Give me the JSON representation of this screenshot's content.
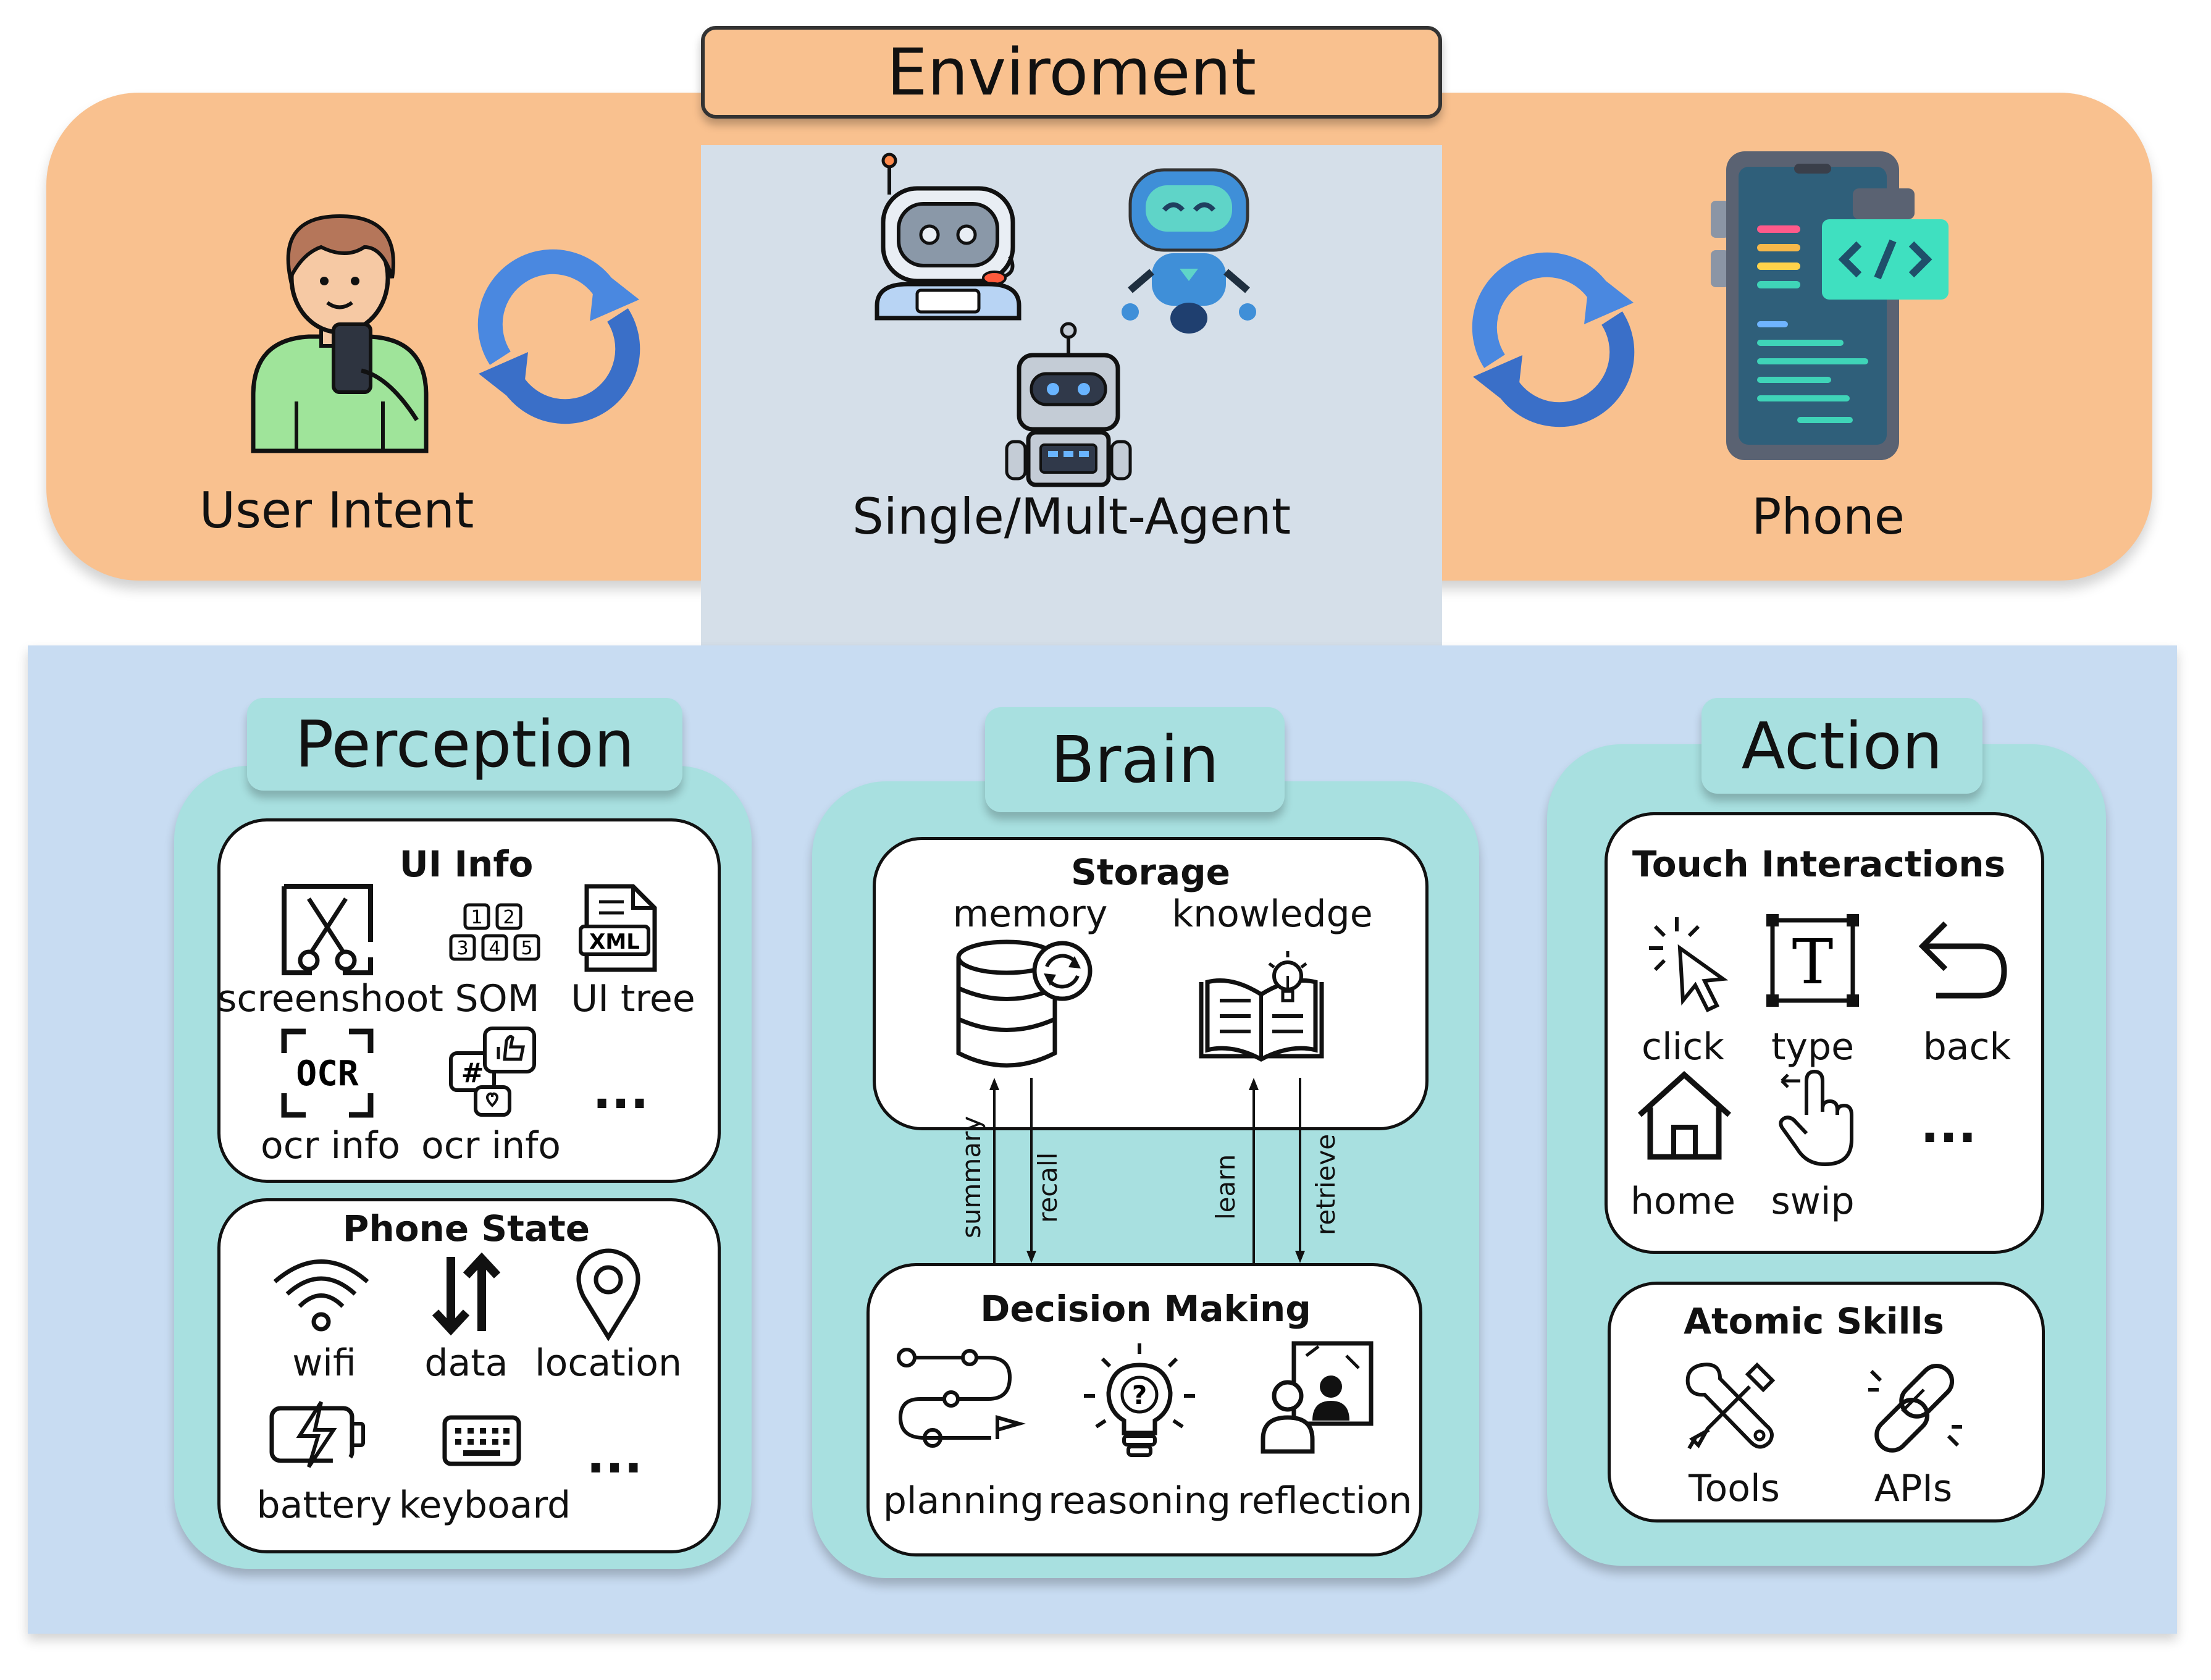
{
  "environment": {
    "title": "Enviroment",
    "user_label": "User Intent",
    "agent_label": "Single/Mult-Agent",
    "phone_label": "Phone"
  },
  "perception": {
    "title": "Perception",
    "ui_info": {
      "heading": "UI Info",
      "items": [
        "screenshoot",
        "SOM",
        "UI tree",
        "ocr info",
        "ocr info",
        "..."
      ],
      "xml_text": "XML",
      "ocr_text": "OCR",
      "som_numbers": [
        "1",
        "2",
        "3",
        "4",
        "5"
      ]
    },
    "phone_state": {
      "heading": "Phone State",
      "items": [
        "wifi",
        "data",
        "location",
        "battery",
        "keyboard",
        "..."
      ]
    }
  },
  "brain": {
    "title": "Brain",
    "storage": {
      "heading": "Storage",
      "memory": "memory",
      "knowledge": "knowledge"
    },
    "arrows": [
      "summary",
      "recall",
      "learn",
      "retrieve"
    ],
    "decision": {
      "heading": "Decision Making",
      "items": [
        "planning",
        "reasoning",
        "reflection"
      ]
    }
  },
  "action": {
    "title": "Action",
    "touch": {
      "heading": "Touch Interactions",
      "items": [
        "click",
        "type",
        "back",
        "home",
        "swip",
        "..."
      ],
      "type_glyph": "T"
    },
    "atomic": {
      "heading": "Atomic Skills",
      "items": [
        "Tools",
        "APIs"
      ]
    }
  },
  "colors": {
    "environment_band": "#f9c18f",
    "agent_panel": "#d5dfe9",
    "main_panel": "#c8dcf2",
    "module_teal": "#a8e0e0",
    "sync_blue": "#4a88e0"
  }
}
